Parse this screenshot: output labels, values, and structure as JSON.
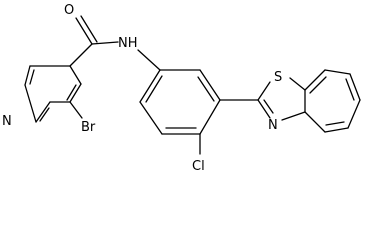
{
  "diagram": {
    "atom_labels": {
      "carbonyl_oxygen": "O",
      "amide_nitrogen": "NH",
      "pyridine_nitrogen": "N",
      "bromine": "Br",
      "chlorine": "Cl",
      "thiazole_sulfur": "S",
      "thiazole_nitrogen": "N"
    }
  }
}
